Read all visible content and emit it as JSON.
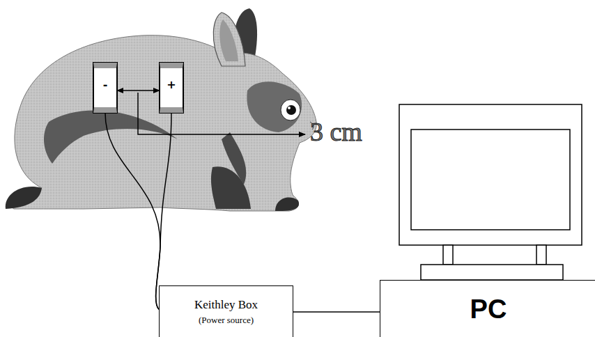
{
  "diagram": {
    "nodes": [
      {
        "text": [
          "-"
        ]
      },
      {
        "text": [
          "+"
        ]
      },
      {
        "text": [
          "Keithley Box",
          "(Power source)"
        ]
      },
      {
        "text": [
          "PC"
        ]
      }
    ],
    "edges": [
      {
        "from": 0,
        "to": 1,
        "arrow": "both"
      },
      {
        "from": 0,
        "to": 2,
        "arrow": "none"
      },
      {
        "from": 1,
        "to": 2,
        "arrow": "none"
      },
      {
        "from": 2,
        "to": 3,
        "arrow": "none"
      }
    ],
    "labels": [
      "3 cm"
    ]
  }
}
